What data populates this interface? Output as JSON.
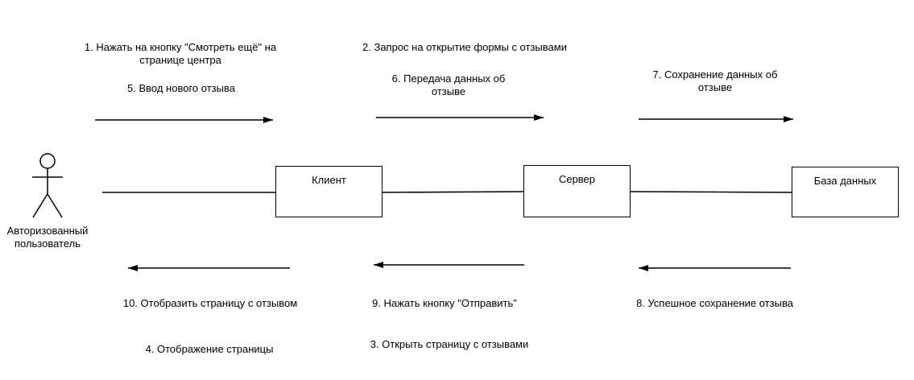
{
  "actor": {
    "label": "Авторизованный\nпользователь"
  },
  "nodes": {
    "client": "Клиент",
    "server": "Сервер",
    "database": "База данных"
  },
  "messages": {
    "m1": "1. Нажать на кнопку \"Смотреть ещё\" на\nстранице центра",
    "m5": "5. Ввод нового отзыва",
    "m2": "2. Запрос на открытие формы с отзывами",
    "m6": "6. Передача данных об\nотзыве",
    "m7": "7. Сохранение данных об\nотзыве",
    "m10": "10. Отобразить страницу с отзывом",
    "m4": "4. Отображение страницы",
    "m9": "9. Нажать кнопку \"Отправить\"",
    "m3": "3. Открыть страницу с отзывами",
    "m8": "8. Успешное сохранение отзыва"
  }
}
